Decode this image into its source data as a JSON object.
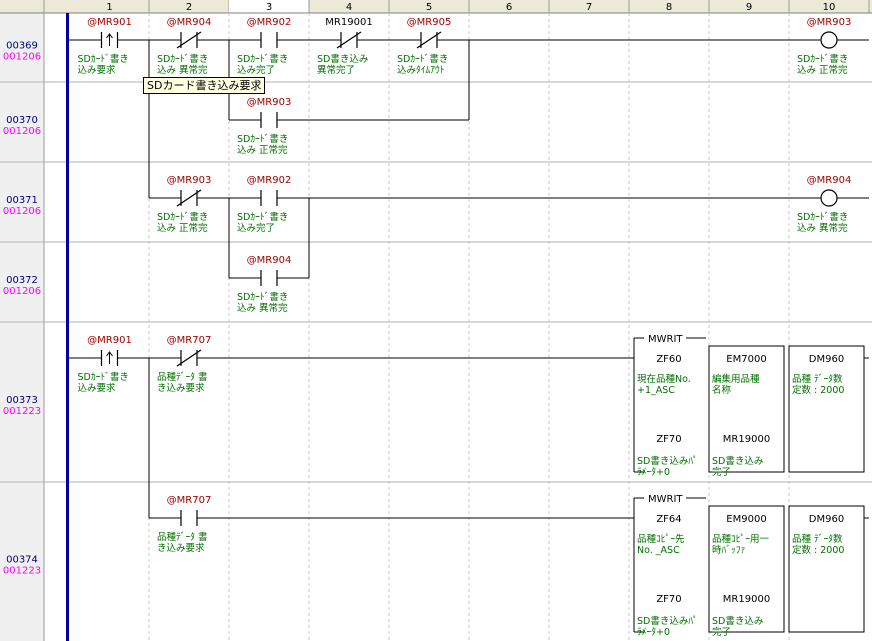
{
  "columns": [
    "1",
    "2",
    "3",
    "4",
    "5",
    "6",
    "7",
    "8",
    "9",
    "10"
  ],
  "selected_column": "3",
  "colors": {
    "rung_number": "#000080",
    "rung_step": "#ff00ff",
    "address": "#a00000",
    "comment": "#007000",
    "plain_address": "#000000",
    "line": "#000000",
    "grid": "#c8c8c8",
    "header_bg": "#ece9d8",
    "row_bg": "#f0f0f0",
    "left_bar": "#0000a0",
    "tooltip_bg": "#ffffe1"
  },
  "tooltip": "SDカード書き込み要求",
  "rungs": [
    {
      "number": "00369",
      "step": "001206",
      "elements": [
        {
          "type": "contact-rising",
          "col": 1,
          "address": "@MR901",
          "comment": [
            "SDｶｰﾄﾞ書き",
            "込み要求"
          ]
        },
        {
          "type": "contact-nc",
          "col": 2,
          "address": "@MR904",
          "comment": [
            "SDｶｰﾄﾞ書き",
            "込み 異常完"
          ]
        },
        {
          "type": "contact-no",
          "col": 3,
          "address": "@MR902",
          "comment": [
            "SDｶｰﾄﾞ書き",
            "込み完了"
          ]
        },
        {
          "type": "contact-nc",
          "col": 4,
          "address": "MR19001",
          "comment": [
            "SD書き込み",
            "異常完了"
          ]
        },
        {
          "type": "contact-nc",
          "col": 5,
          "address": "@MR905",
          "comment": [
            "SDｶｰﾄﾞ書き",
            "込みﾀｲﾑｱｳﾄ"
          ]
        },
        {
          "type": "coil",
          "col": 10,
          "address": "@MR903",
          "comment": [
            "SDｶｰﾄﾞ書き",
            "込み 正常完"
          ]
        }
      ]
    },
    {
      "number": "00370",
      "step": "001206",
      "elements": [
        {
          "type": "contact-no",
          "col": 3,
          "address": "@MR903",
          "comment": [
            "SDｶｰﾄﾞ書き",
            "込み 正常完"
          ]
        }
      ]
    },
    {
      "number": "00371",
      "step": "001206",
      "elements": [
        {
          "type": "contact-nc",
          "col": 2,
          "address": "@MR903",
          "comment": [
            "SDｶｰﾄﾞ書き",
            "込み 正常完"
          ]
        },
        {
          "type": "contact-no",
          "col": 3,
          "address": "@MR902",
          "comment": [
            "SDｶｰﾄﾞ書き",
            "込み完了"
          ]
        },
        {
          "type": "coil",
          "col": 10,
          "address": "@MR904",
          "comment": [
            "SDｶｰﾄﾞ書き",
            "込み 異常完"
          ]
        }
      ]
    },
    {
      "number": "00372",
      "step": "001206",
      "elements": [
        {
          "type": "contact-no",
          "col": 3,
          "address": "@MR904",
          "comment": [
            "SDｶｰﾄﾞ書き",
            "込み 異常完"
          ]
        }
      ]
    },
    {
      "number": "00373",
      "step": "001223",
      "elements": [
        {
          "type": "contact-rising",
          "col": 1,
          "address": "@MR901",
          "comment": [
            "SDｶｰﾄﾞ書き",
            "込み要求"
          ]
        },
        {
          "type": "contact-nc",
          "col": 2,
          "address": "@MR707",
          "comment": [
            "品種ﾃﾞｰﾀ 書",
            "き込み要求"
          ]
        }
      ],
      "instruction": {
        "name": "MWRIT",
        "operands": [
          {
            "top": "ZF60",
            "top_comment": [
              "現在品種No.",
              "+1_ASC"
            ],
            "bottom": "ZF70",
            "bottom_comment": [
              "SD書き込みﾊﾟ",
              "ﾗﾒｰﾀ+0"
            ]
          },
          {
            "top": "EM7000",
            "top_comment": [
              "編集用品種",
              "名称"
            ],
            "bottom": "MR19000",
            "bottom_comment": [
              "SD書き込み",
              "完了"
            ]
          },
          {
            "top": "DM960",
            "top_comment": [
              "品種 ﾃﾞｰﾀ数",
              "定数 : 2000"
            ],
            "bottom": "",
            "bottom_comment": []
          }
        ]
      }
    },
    {
      "number": "00374",
      "step": "001223",
      "elements": [
        {
          "type": "contact-no",
          "col": 2,
          "address": "@MR707",
          "comment": [
            "品種ﾃﾞｰﾀ 書",
            "き込み要求"
          ]
        }
      ],
      "instruction": {
        "name": "MWRIT",
        "operands": [
          {
            "top": "ZF64",
            "top_comment": [
              "品種ｺﾋﾟｰ先",
              "No. _ASC"
            ],
            "bottom": "ZF70",
            "bottom_comment": [
              "SD書き込みﾊﾟ",
              "ﾗﾒｰﾀ+0"
            ]
          },
          {
            "top": "EM9000",
            "top_comment": [
              "品種ｺﾋﾟｰ用一",
              "時ﾊﾞｯﾌｧ"
            ],
            "bottom": "MR19000",
            "bottom_comment": [
              "SD書き込み",
              "完了"
            ]
          },
          {
            "top": "DM960",
            "top_comment": [
              "品種 ﾃﾞｰﾀ数",
              "定数 : 2000"
            ],
            "bottom": "",
            "bottom_comment": []
          }
        ]
      }
    }
  ]
}
